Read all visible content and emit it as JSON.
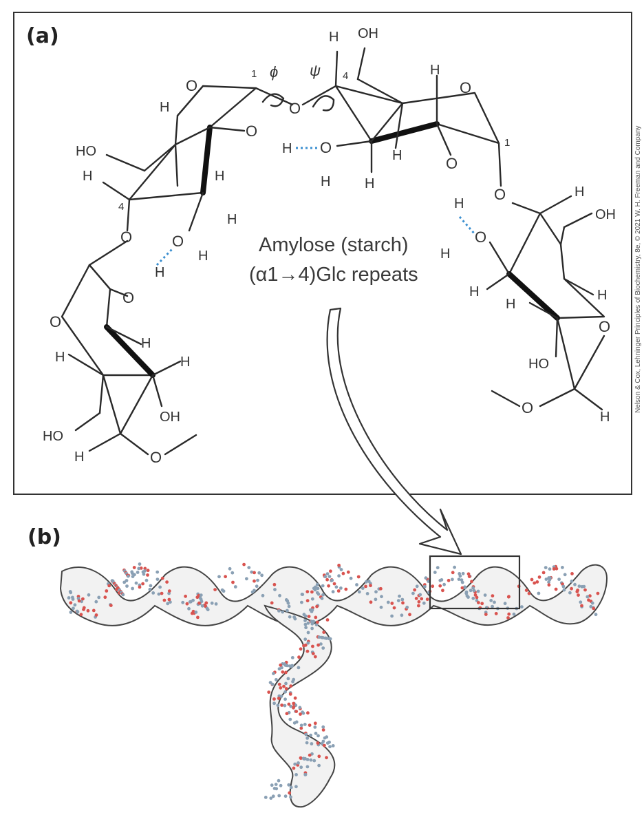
{
  "panel_a": {
    "label": "(a)",
    "caption_line1": "Amylose (starch)",
    "caption_line2": "(α1→4)Glc repeats",
    "angle_phi": "ϕ",
    "angle_psi": "ψ",
    "atoms": {
      "H": "H",
      "O": "O",
      "OH": "OH",
      "HO": "HO",
      "one": "1",
      "four": "4"
    }
  },
  "panel_b": {
    "label": "(b)"
  },
  "credit": "Nelson & Cox, Lehninger Principles of Biochemistry, 8e, © 2021 W. H. Freeman and Company",
  "colors": {
    "hydrogen_bond": "#3b8fd0",
    "oxygen_atom": "#d9534f",
    "carbon_atom": "#8aa0b4",
    "surface": "#f2f2f2"
  }
}
